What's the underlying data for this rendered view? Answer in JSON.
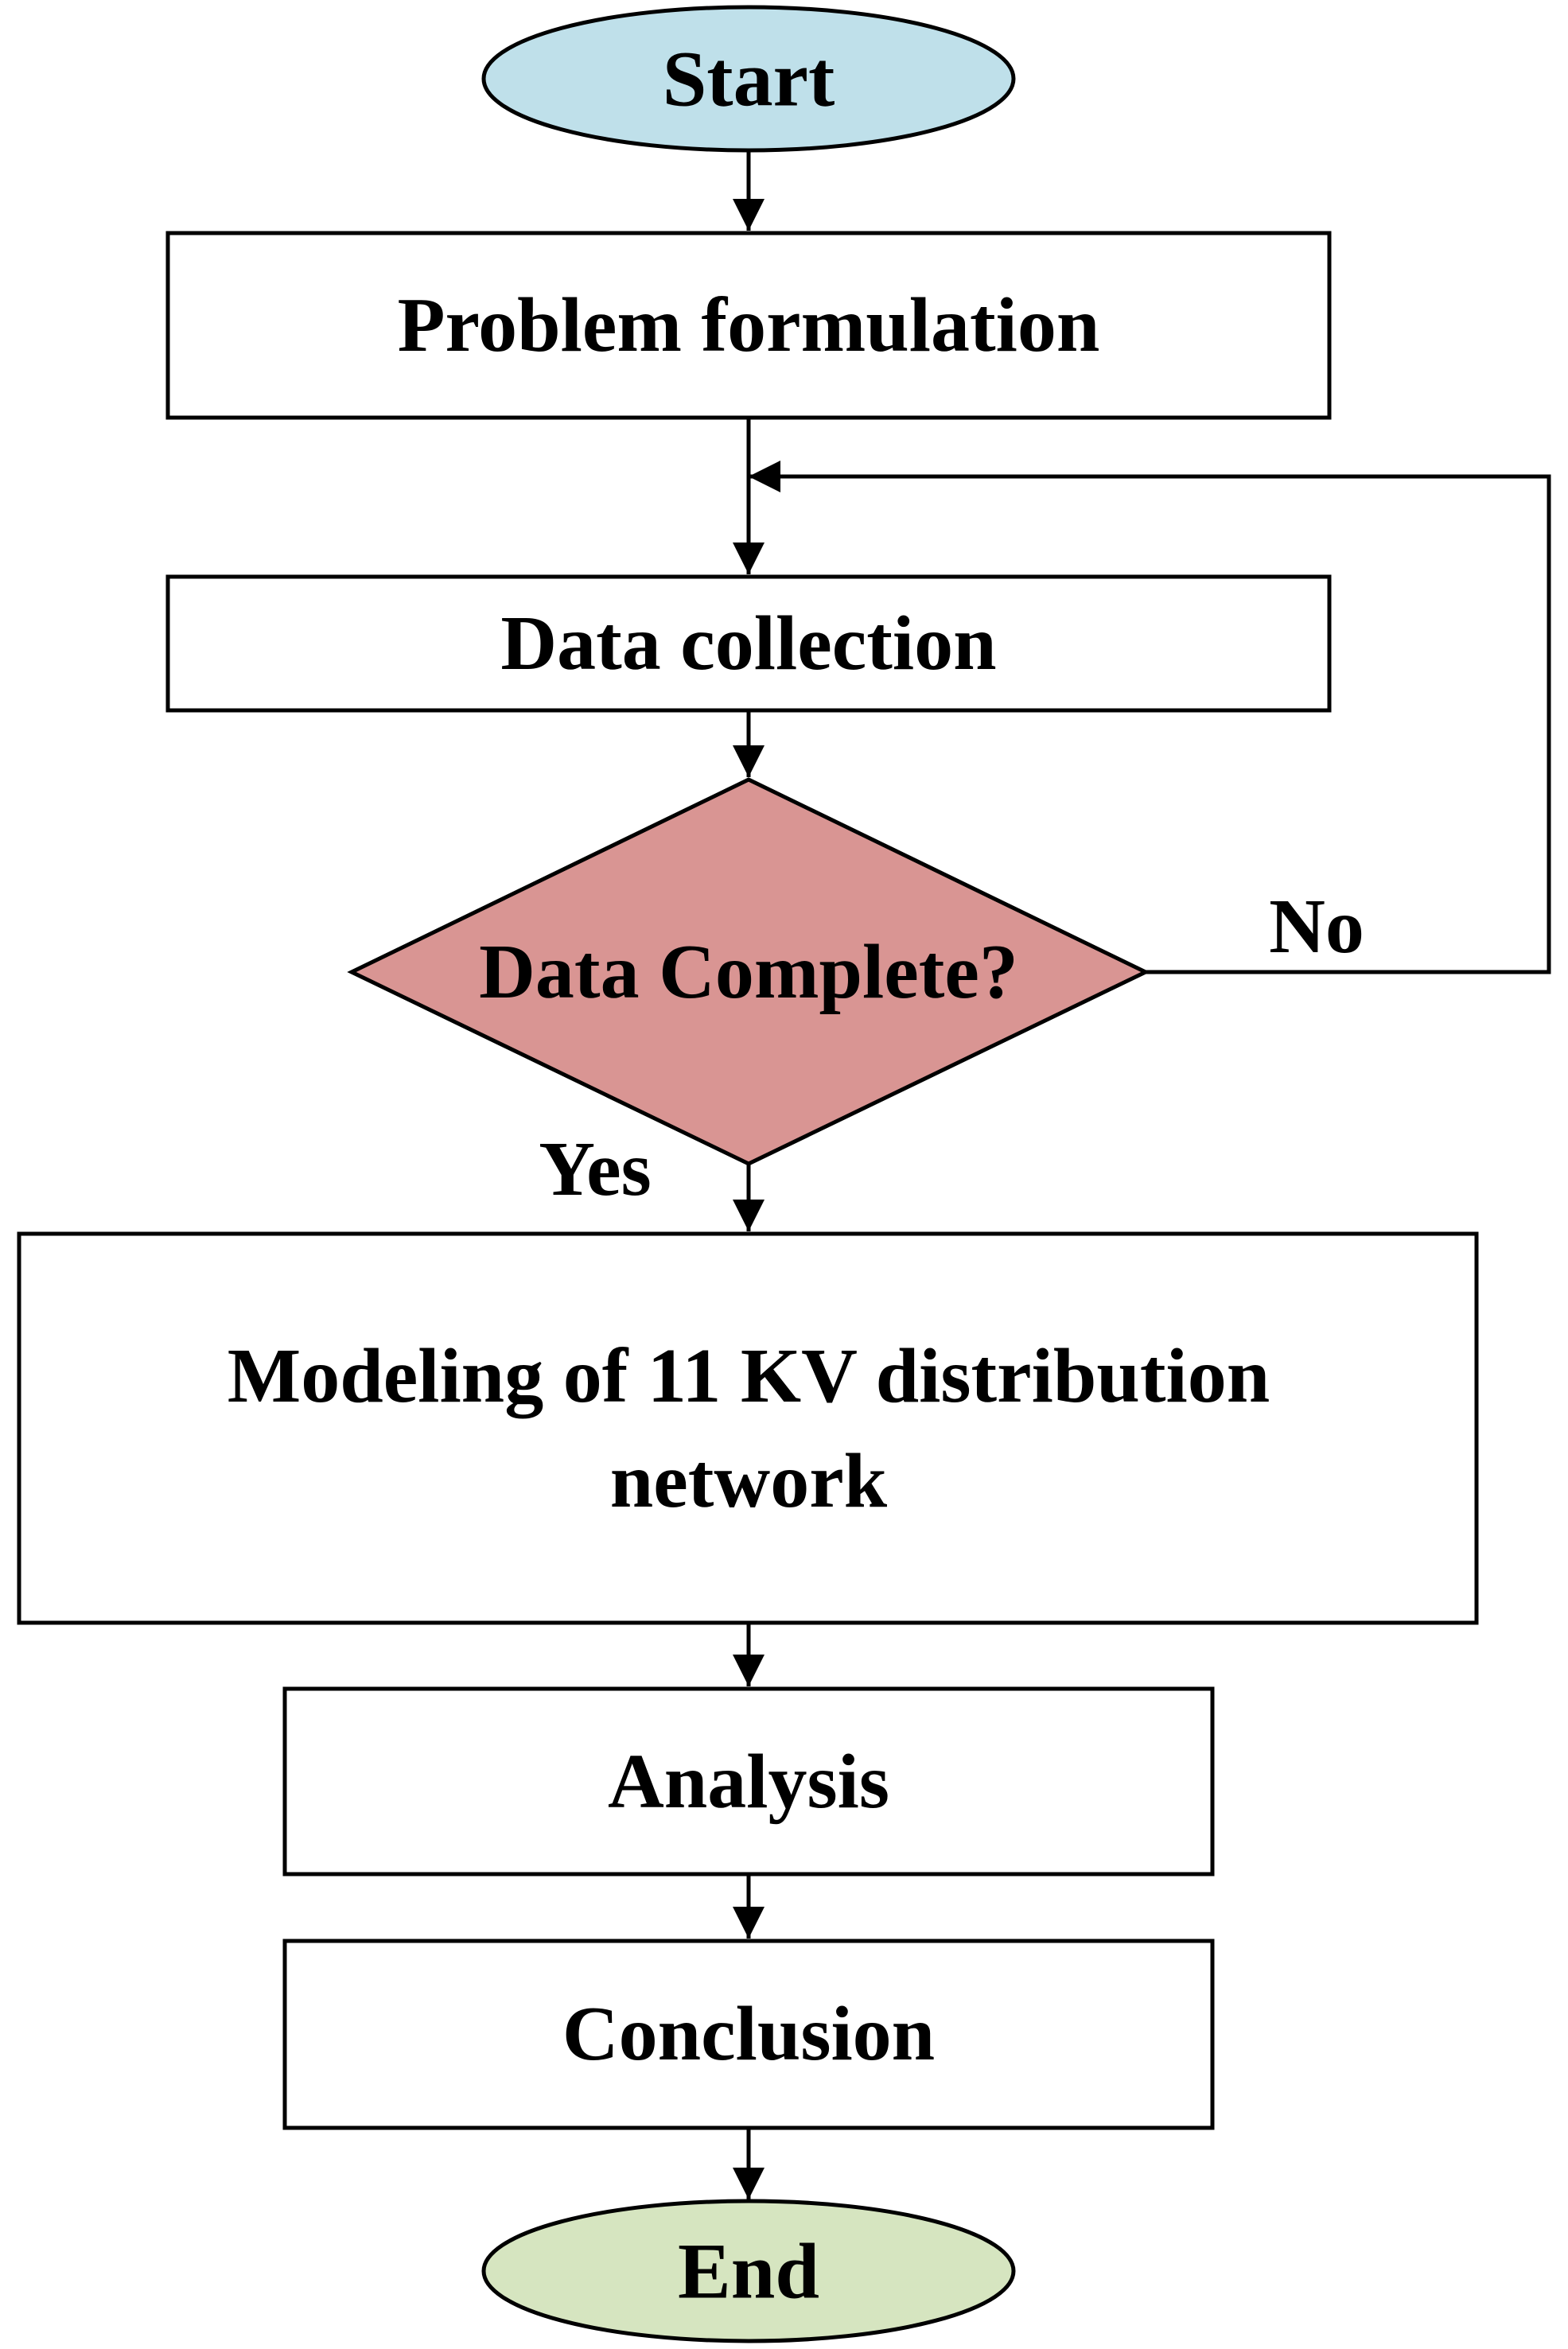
{
  "colors": {
    "start": "#bfe0ea",
    "end": "#d6e5c0",
    "decision": "#d99593",
    "process": "#ffffff",
    "stroke": "#000000"
  },
  "nodes": {
    "start": "Start",
    "problem_formulation": "Problem formulation",
    "data_collection": "Data collection",
    "decision": "Data Complete?",
    "modeling_line1": "Modeling of 11 KV distribution",
    "modeling_line2": "network",
    "analysis": "Analysis",
    "conclusion": "Conclusion",
    "end": "End"
  },
  "branch_labels": {
    "no": "No",
    "yes": "Yes"
  }
}
